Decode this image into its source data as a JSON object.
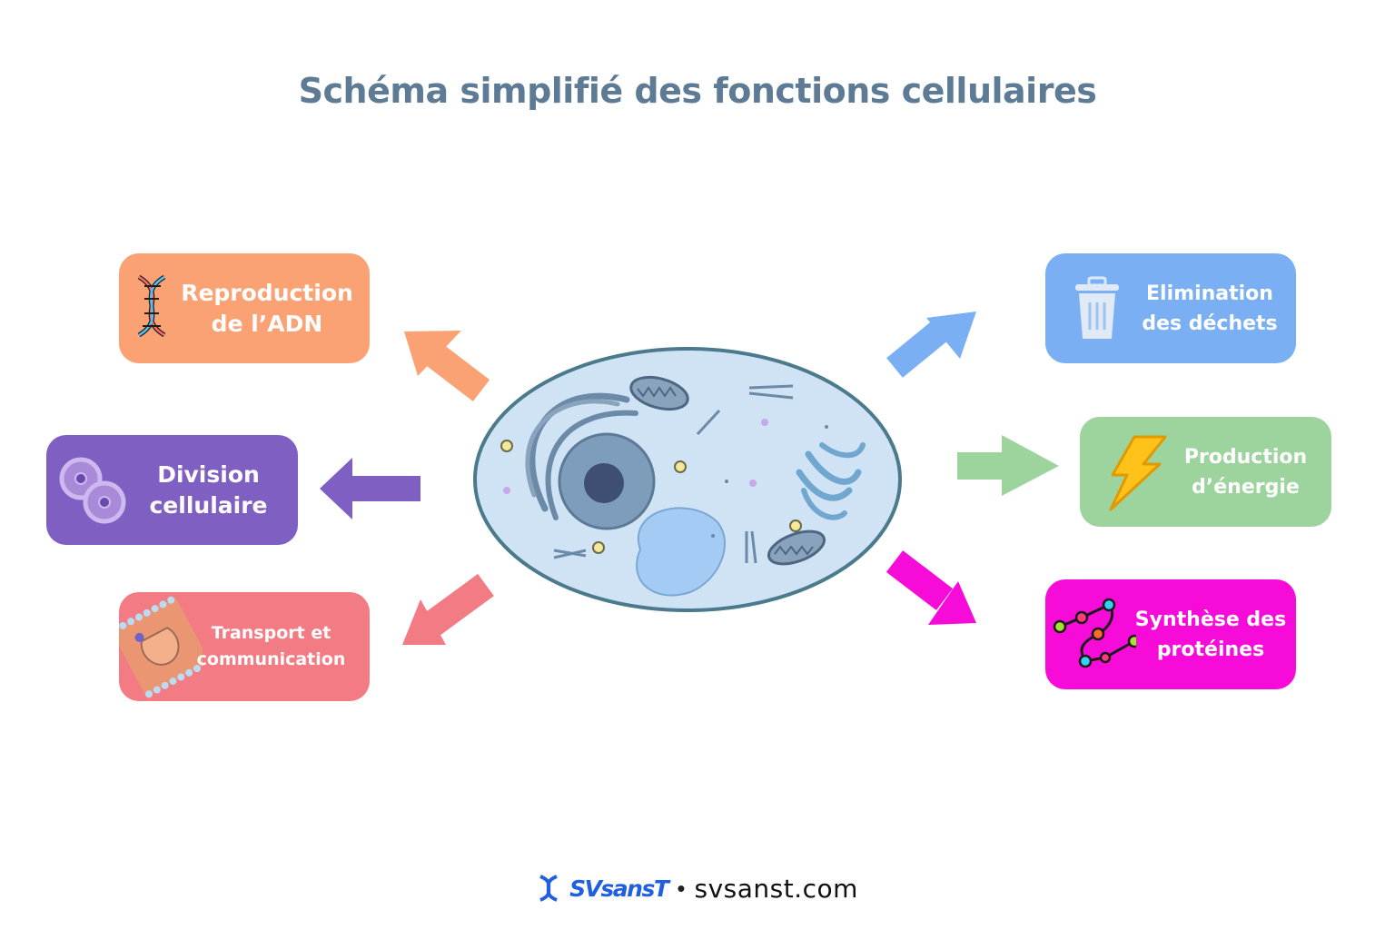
{
  "title": "Schéma simplifié des fonctions cellulaires",
  "functions": [
    {
      "label_line1": "Reproduction",
      "label_line2": "de l’ADN",
      "icon": "dna-icon",
      "color": "#fba274"
    },
    {
      "label_line1": "Division",
      "label_line2": "cellulaire",
      "icon": "dividing-cells-icon",
      "color": "#7f60c2"
    },
    {
      "label_line1": "Transport et",
      "label_line2": "communication",
      "icon": "membrane-transporter-icon",
      "color": "#f37b84"
    },
    {
      "label_line1": "Elimination",
      "label_line2": "des déchets",
      "icon": "trash-bin-icon",
      "color": "#7ab0f3"
    },
    {
      "label_line1": "Production",
      "label_line2": "d’énergie",
      "icon": "lightning-icon",
      "color": "#9dd49e"
    },
    {
      "label_line1": "Synthèse des",
      "label_line2": "protéines",
      "icon": "protein-chain-icon",
      "color": "#f70bd8"
    }
  ],
  "center": {
    "icon": "animal-cell-icon"
  },
  "footer": {
    "brand": "SVsansT",
    "separator": "•",
    "url": "svsanst.com",
    "logo_icon": "dna-logo-icon"
  }
}
